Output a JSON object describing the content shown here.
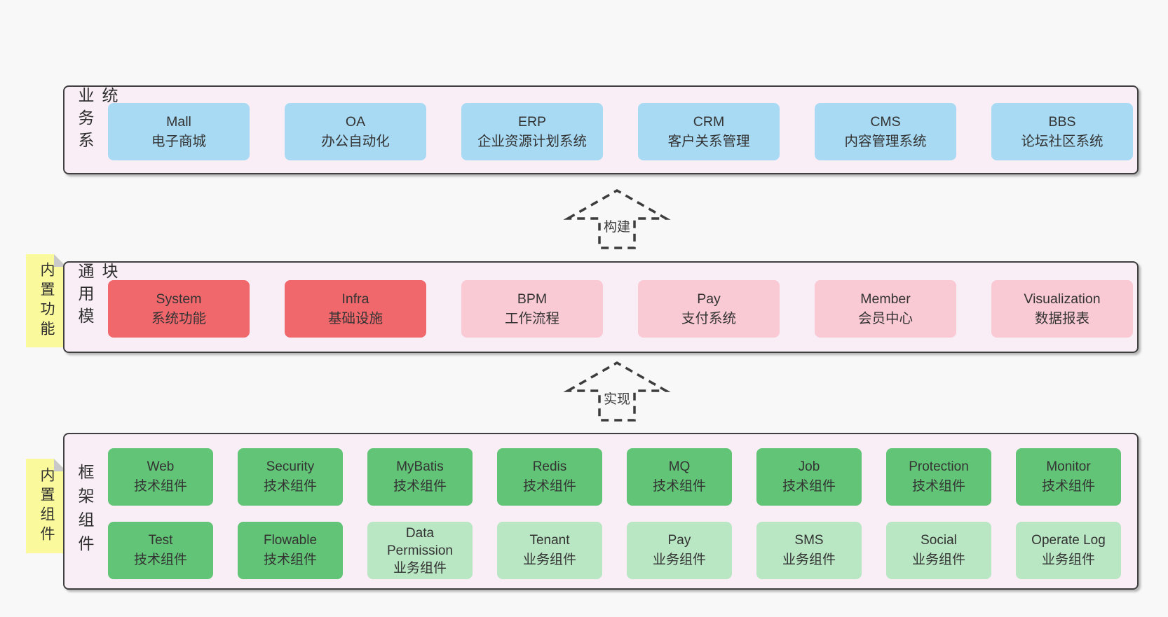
{
  "colors": {
    "page_bg": "#f8f8f8",
    "layer_bg": "#f9eef6",
    "layer_border": "#3f3f3f",
    "box_blue": "#a9daf3",
    "box_red": "#f0686c",
    "box_pink": "#f9c9d4",
    "box_green": "#62c476",
    "box_light_green": "#b9e6c3",
    "tag_yellow": "#fafa9d",
    "tag_fold_gray": "#c9c9c9",
    "text": "#333333"
  },
  "arrows": {
    "build": "构建",
    "implement": "实现"
  },
  "layers": {
    "business": {
      "label": "业务系统",
      "boxes": [
        {
          "title": "Mall",
          "subtitle": "电子商城",
          "variant": "blue"
        },
        {
          "title": "OA",
          "subtitle": "办公自动化",
          "variant": "blue"
        },
        {
          "title": "ERP",
          "subtitle": "企业资源计划系统",
          "variant": "blue"
        },
        {
          "title": "CRM",
          "subtitle": "客户关系管理",
          "variant": "blue"
        },
        {
          "title": "CMS",
          "subtitle": "内容管理系统",
          "variant": "blue"
        },
        {
          "title": "BBS",
          "subtitle": "论坛社区系统",
          "variant": "blue"
        }
      ]
    },
    "modules": {
      "label": "通用模块",
      "tag": "内置功能",
      "boxes": [
        {
          "title": "System",
          "subtitle": "系统功能",
          "variant": "red"
        },
        {
          "title": "Infra",
          "subtitle": "基础设施",
          "variant": "red"
        },
        {
          "title": "BPM",
          "subtitle": "工作流程",
          "variant": "pink"
        },
        {
          "title": "Pay",
          "subtitle": "支付系统",
          "variant": "pink"
        },
        {
          "title": "Member",
          "subtitle": "会员中心",
          "variant": "pink"
        },
        {
          "title": "Visualization",
          "subtitle": "数据报表",
          "variant": "pink"
        }
      ]
    },
    "components": {
      "label": "框架组件",
      "tag": "内置组件",
      "row1": [
        {
          "title": "Web",
          "subtitle": "技术组件",
          "variant": "green"
        },
        {
          "title": "Security",
          "subtitle": "技术组件",
          "variant": "green"
        },
        {
          "title": "MyBatis",
          "subtitle": "技术组件",
          "variant": "green"
        },
        {
          "title": "Redis",
          "subtitle": "技术组件",
          "variant": "green"
        },
        {
          "title": "MQ",
          "subtitle": "技术组件",
          "variant": "green"
        },
        {
          "title": "Job",
          "subtitle": "技术组件",
          "variant": "green"
        },
        {
          "title": "Protection",
          "subtitle": "技术组件",
          "variant": "green"
        },
        {
          "title": "Monitor",
          "subtitle": "技术组件",
          "variant": "green"
        }
      ],
      "row2": [
        {
          "title": "Test",
          "subtitle": "技术组件",
          "variant": "green"
        },
        {
          "title": "Flowable",
          "subtitle": "技术组件",
          "variant": "green"
        },
        {
          "title": "Data Permission",
          "subtitle": "业务组件",
          "variant": "lightgreen"
        },
        {
          "title": "Tenant",
          "subtitle": "业务组件",
          "variant": "lightgreen"
        },
        {
          "title": "Pay",
          "subtitle": "业务组件",
          "variant": "lightgreen"
        },
        {
          "title": "SMS",
          "subtitle": "业务组件",
          "variant": "lightgreen"
        },
        {
          "title": "Social",
          "subtitle": "业务组件",
          "variant": "lightgreen"
        },
        {
          "title": "Operate Log",
          "subtitle": "业务组件",
          "variant": "lightgreen"
        }
      ]
    }
  }
}
